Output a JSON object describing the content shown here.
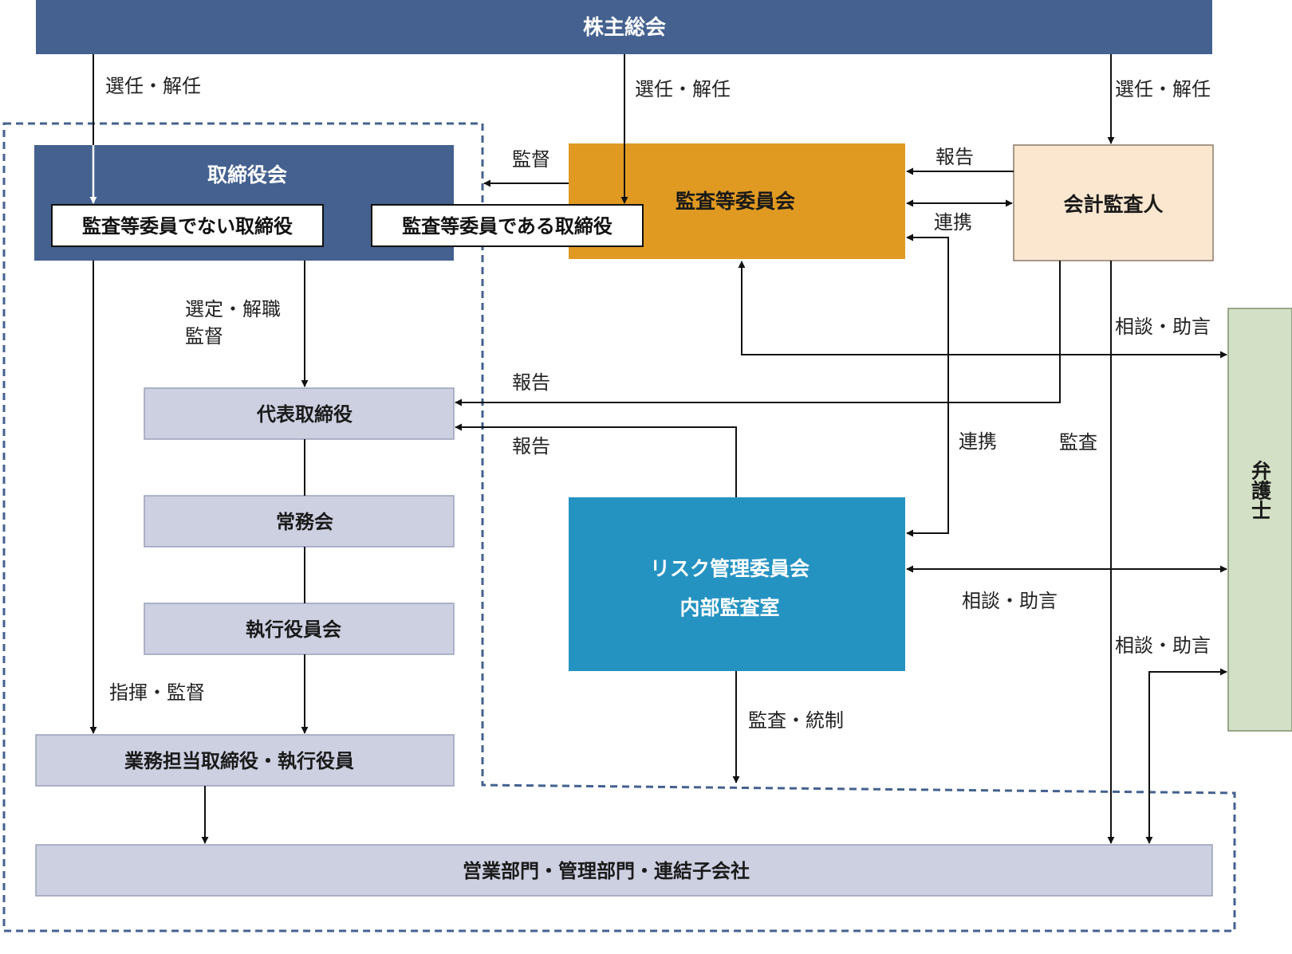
{
  "colors": {
    "navy": "#44618F",
    "orange": "#E09A22",
    "peach": "#FBE7CF",
    "blue": "#2593C2",
    "green": "#D3E0C5",
    "gray": "#CDD0E1",
    "line": "#111111",
    "dashed": "#44618F"
  },
  "nodes": {
    "shareholders": "株主総会",
    "board": "取締役会",
    "board_non_audit": "監査等委員でない取締役",
    "board_audit": "監査等委員である取締役",
    "audit_committee": "監査等委員会",
    "accounting_auditor": "会計監査人",
    "representative_director": "代表取締役",
    "executive_committee": "常務会",
    "officers_meeting": "執行役員会",
    "business_officers": "業務担当取締役・執行役員",
    "departments": "営業部門・管理部門・連結子会社",
    "risk_committee_line1": "リスク管理委員会",
    "risk_committee_line2": "内部監査室",
    "lawyer": "弁護士"
  },
  "labels": {
    "elect_1": "選任・解任",
    "elect_2": "選任・解任",
    "elect_3": "選任・解任",
    "supervise_top": "監督",
    "report_accounting": "報告",
    "cooperate_1": "連携",
    "select_line1": "選定・解職",
    "select_line2": "監督",
    "report_1": "報告",
    "report_2": "報告",
    "cooperate_2": "連携",
    "audit": "監査",
    "consult_1": "相談・助言",
    "consult_2": "相談・助言",
    "consult_3": "相談・助言",
    "command": "指揮・監督",
    "audit_control": "監査・統制"
  }
}
